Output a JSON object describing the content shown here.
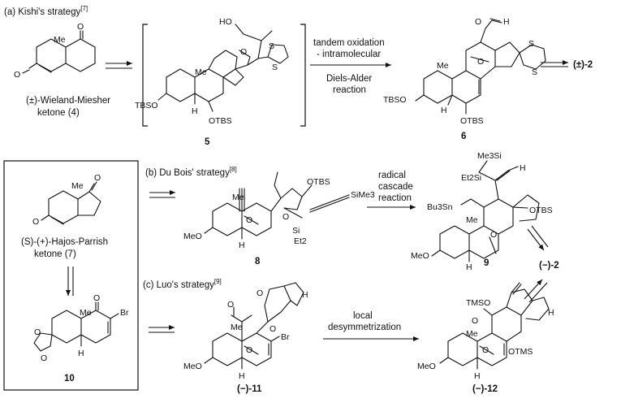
{
  "sections": {
    "a": {
      "label": "(a) Kishi's strategy",
      "ref": "[7]"
    },
    "b": {
      "label": "(b) Du Bois' strategy",
      "ref": "[8]"
    },
    "c": {
      "label": "(c) Luo's strategy",
      "ref": "[9]"
    }
  },
  "compounds": {
    "c4": {
      "name_line1": "(±)-Wieland-Miesher",
      "name_line2": "ketone (4)",
      "me": "Me",
      "o": "O"
    },
    "c5": {
      "label": "5",
      "ho": "HO",
      "o": "O",
      "s1": "S",
      "s2": "S",
      "me": "Me",
      "tbso": "TBSO",
      "h": "H",
      "otbs": "OTBS"
    },
    "c6": {
      "label": "6",
      "h": "H",
      "o": "O",
      "s1": "S",
      "s2": "S",
      "me": "Me",
      "tbso": "TBSO",
      "h2": "H",
      "otbs": "OTBS"
    },
    "c7": {
      "name_line1": "(S)-(+)-Hajos-Parrish",
      "name_line2": "ketone (7)",
      "me": "Me",
      "o": "O"
    },
    "c8": {
      "label": "8",
      "otbs": "OTBS",
      "sime3": "SiMe3",
      "si": "Si",
      "et2": "Et2",
      "meo": "MeO",
      "o": "O",
      "me": "Me",
      "h": "H"
    },
    "c9": {
      "label": "9",
      "me3si": "Me3Si",
      "h": "H",
      "et2si": "Et2Si",
      "otbs": "OTBS",
      "bu3sn": "Bu3Sn",
      "me": "Me",
      "o": "O",
      "meo": "MeO",
      "h2": "H"
    },
    "c10": {
      "label": "10",
      "me": "Me",
      "o": "O",
      "br": "Br",
      "h": "H"
    },
    "c11": {
      "label": "(−)-11",
      "h": "H",
      "me": "Me",
      "o": "O",
      "br": "Br",
      "meo": "MeO",
      "h2": "H"
    },
    "c12": {
      "label": "(−)-12",
      "tmso": "TMSO",
      "h": "H",
      "me": "Me",
      "o": "O",
      "otms": "OTMS",
      "meo": "MeO",
      "h2": "H"
    }
  },
  "arrows": {
    "a2": {
      "line1": "tandem oxidation",
      "line2": "- intramolecular",
      "line3": "Diels-Alder",
      "line4": "reaction"
    },
    "b2": {
      "line1": "radical",
      "line2": "cascade",
      "line3": "reaction"
    },
    "c2": {
      "line1": "local",
      "line2": "desymmetrization"
    }
  },
  "targets": {
    "a": "(±)-2",
    "bc": "(−)-2"
  }
}
